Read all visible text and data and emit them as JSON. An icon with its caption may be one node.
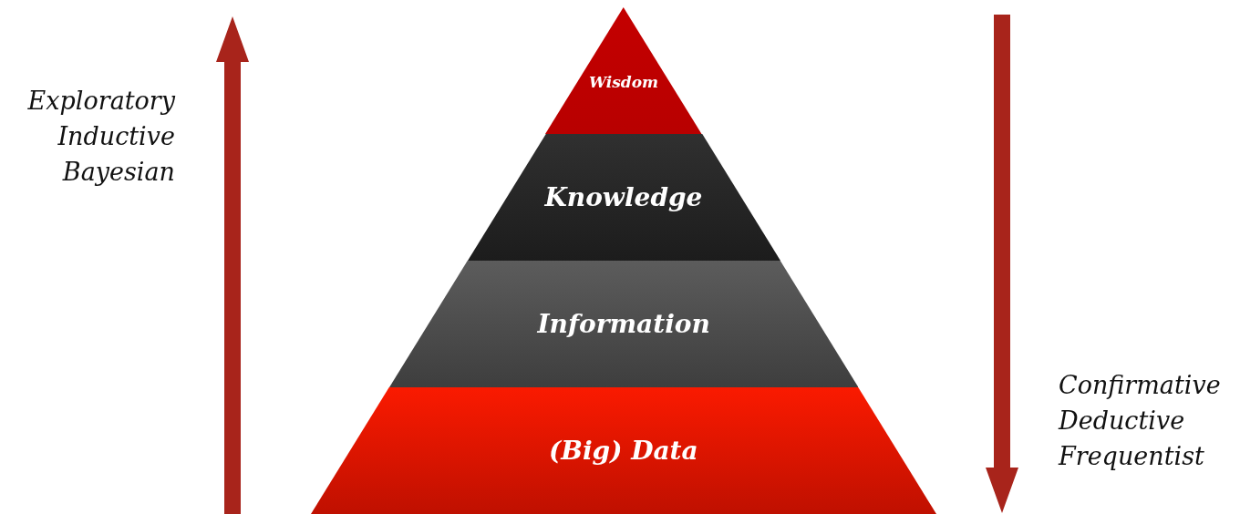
{
  "diagram": {
    "nodes": [
      {
        "text": [
          "Wisdom"
        ]
      },
      {
        "text": [
          "Knowledge"
        ]
      },
      {
        "text": [
          "Information"
        ]
      },
      {
        "text": [
          "(Big) Data"
        ]
      }
    ],
    "labels": [
      "Exploratory",
      "Inductive",
      "Bayesian",
      "Confirmative",
      "Deductive",
      "Frequentist"
    ]
  }
}
